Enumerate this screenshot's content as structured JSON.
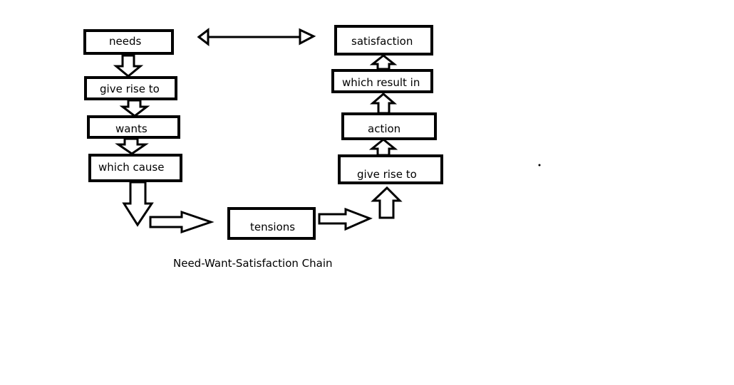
{
  "diagram": {
    "nodes": {
      "needs": "needs",
      "give_rise_to_left": "give rise to",
      "wants": "wants",
      "which_cause": "which cause",
      "tensions": "tensions",
      "give_rise_to_right": "give rise to",
      "action": "action",
      "which_result_in": "which result in",
      "satisfaction": "satisfaction"
    },
    "caption": "Need-Want-Satisfaction Chain",
    "line_color": "#000000",
    "background_color": "#ffffff"
  }
}
